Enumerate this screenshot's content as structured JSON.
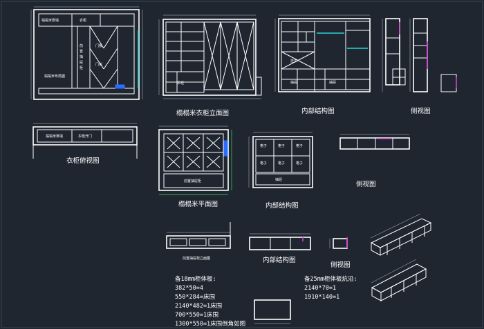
{
  "titles": {
    "elevation": "榻榻米衣柜立面图",
    "internal1": "内部结构图",
    "side1": "侧视图",
    "topview": "衣柜俯视图",
    "plan": "榻榻米平面图",
    "internal2": "内部结构图",
    "side2": "侧视图",
    "internal3": "内部结构图",
    "side3": "侧视图",
    "drawer_elev": "前置抽屉柜立面图"
  },
  "labels": {
    "room_tatami": "榻榻米布局图",
    "front_drawer_v1": "前",
    "front_drawer_v2": "置",
    "front_drawer_v3": "抽",
    "front_drawer_v4": "屉",
    "front_drawer_v5": "柜",
    "plan_drawer": "前置抽屉柜"
  },
  "notes18": {
    "heading": "备18mm柜体板:",
    "lines": [
      "382*50=4",
      "550*284=床围",
      "2140*482=1床围",
      "700*550=1床围",
      "1300*550=1床围倒角如图"
    ]
  },
  "notes25": {
    "heading": "备25mm柜体板炕沿:",
    "lines": [
      "2140*70=1",
      "1910*140=1"
    ]
  }
}
